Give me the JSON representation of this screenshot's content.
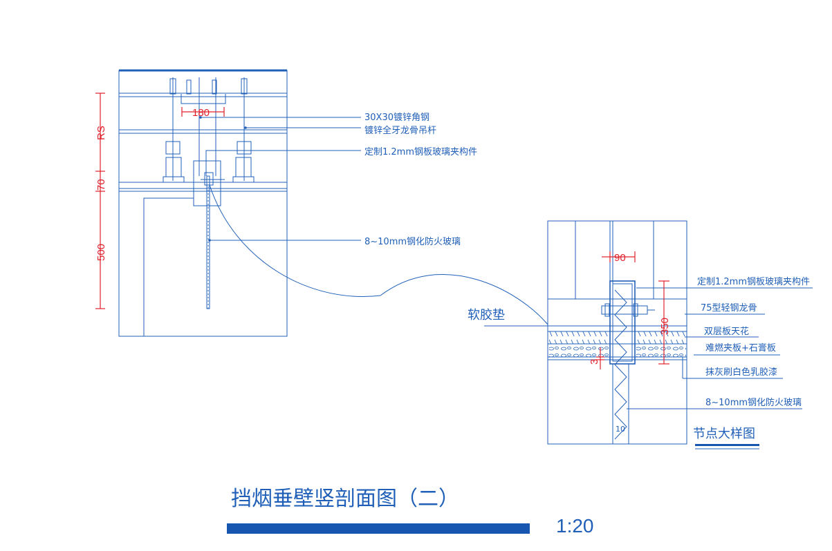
{
  "left_section": {
    "labels": {
      "angle_steel": "30X30镀锌角钢",
      "hanger_rod": "镀锌全牙龙骨吊杆",
      "clamp": "定制1.2mm钢板玻璃夹构件",
      "glass": "8~10mm钢化防火玻璃"
    },
    "dimensions": {
      "width": "180",
      "rs": "RS",
      "d70": "70",
      "d500": "500"
    }
  },
  "callout_label": "软胶垫",
  "detail": {
    "labels": {
      "clamp": "定制1.2mm钢板玻璃夹构件",
      "keel": "75型轻钢龙骨",
      "ceiling": "双层板天花",
      "board": "难燃夹板+石膏板",
      "paint": "抹灰刷白色乳胶漆",
      "glass": "8~10mm钢化防火玻璃"
    },
    "dimensions": {
      "d90": "90",
      "d350": "350",
      "d3": "3",
      "d10": "10"
    },
    "title": "节点大样图"
  },
  "main_title": "挡烟垂壁竖剖面图（二）",
  "scale": "1:20",
  "colors": {
    "line": "#1f5fb8",
    "dimension": "#e0202a",
    "title_bar": "#1655b0"
  }
}
